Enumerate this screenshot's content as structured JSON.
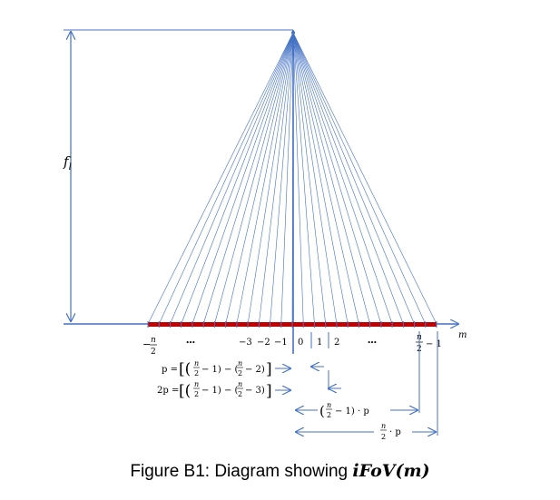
{
  "diagram": {
    "focal_label": "f",
    "focal_sub": "l",
    "axis_label": "m",
    "left_end_n": "n",
    "left_end_sign": "−",
    "left_end_den": "2",
    "ticks": {
      "minus3": "−3",
      "minus2": "−2",
      "minus1": "−1",
      "zero": "0",
      "one": "1",
      "two": "2",
      "dots_left": "…",
      "dots_right": "…"
    },
    "right_end_n": "n",
    "right_end_den": "2",
    "right_end_rest": "− 1",
    "eq1_lhs": "p =",
    "eq2_lhs": "2p =",
    "span1_label": "− 1) · p",
    "span2_label": "· p",
    "ray_count": 26,
    "colors": {
      "ray": "#4472c4",
      "line": "#4472c4",
      "sensor": "#c00000",
      "sensor_tick": "#4472c4"
    }
  },
  "caption": {
    "prefix": "Figure B1: Diagram showing ",
    "func": "iFoV",
    "arg": "(m)"
  }
}
